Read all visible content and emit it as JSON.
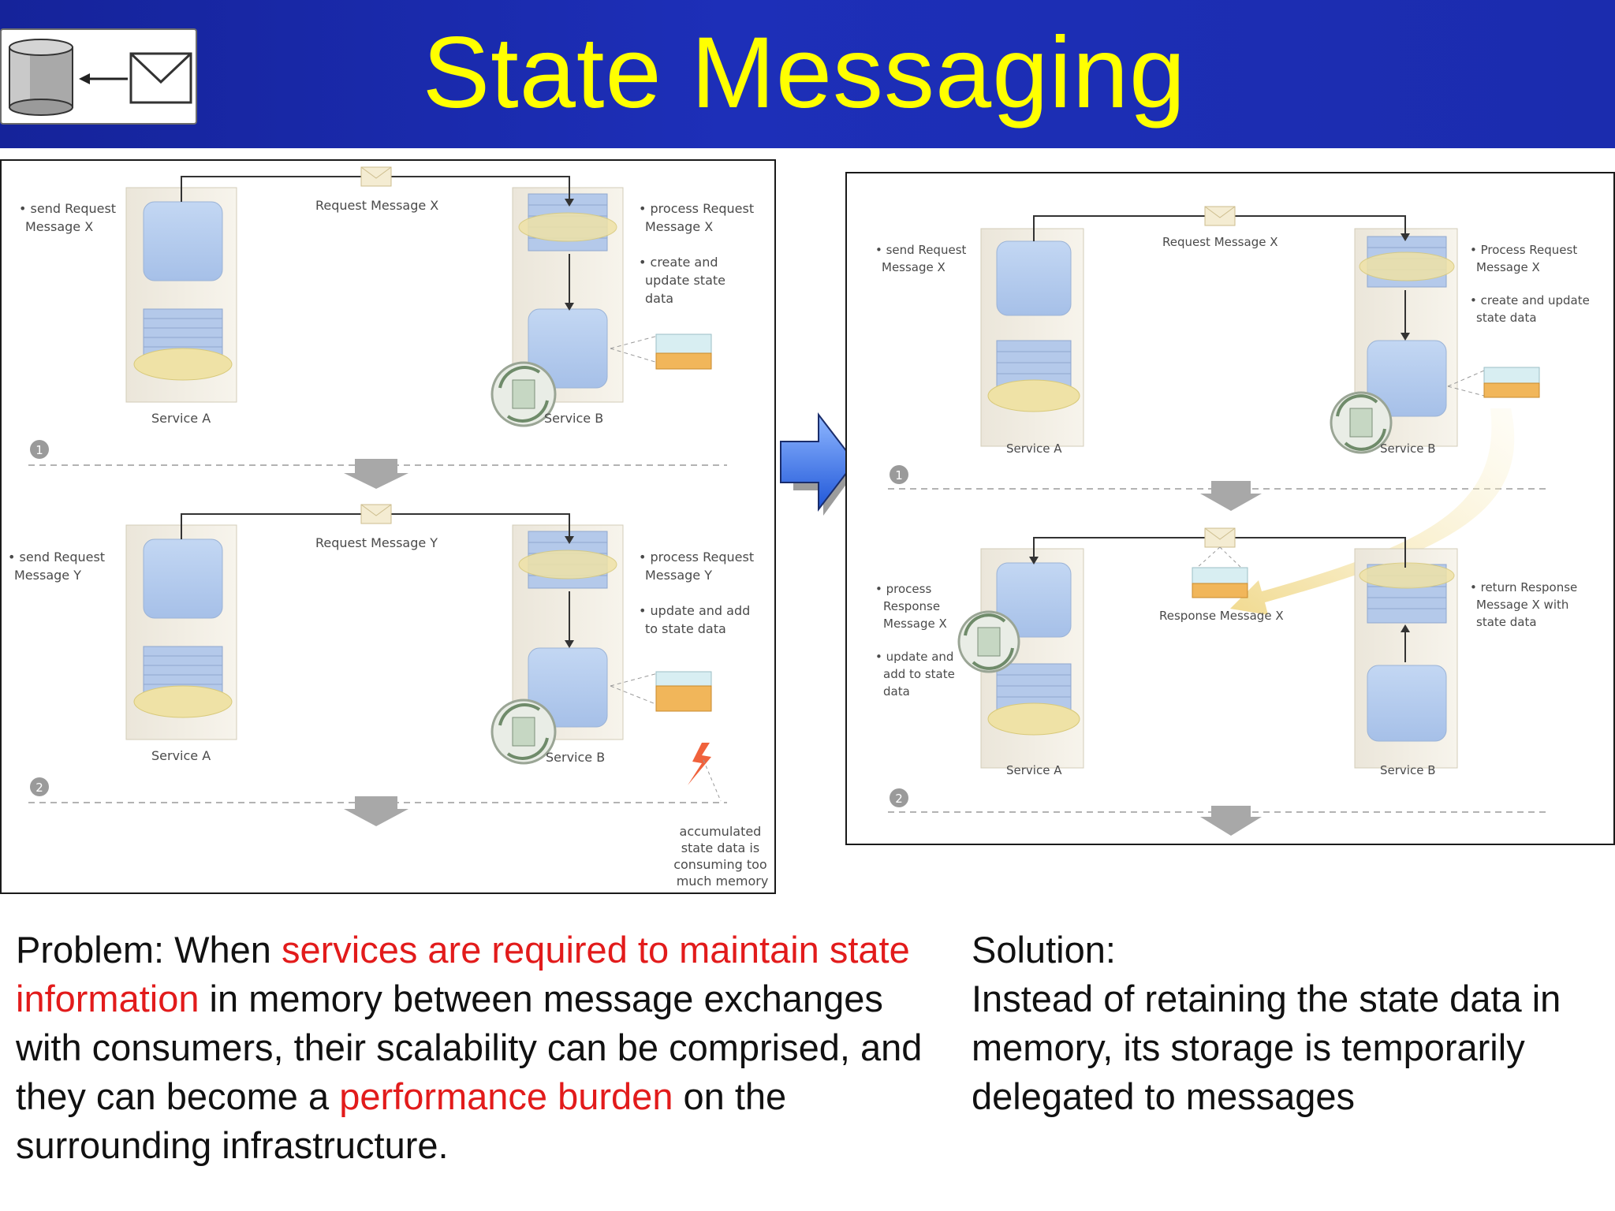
{
  "title": "State Messaging",
  "colors": {
    "header_bg": "#1b2cae",
    "title": "#ffff00",
    "highlight": "#e21b1b"
  },
  "icons": {
    "header": [
      "database-icon",
      "arrow-left-icon",
      "envelope-icon"
    ]
  },
  "left_diagram": {
    "step1": {
      "number": "1",
      "left_note": [
        "• send Request",
        "Message X"
      ],
      "message": "Request Message X",
      "right_note_1": [
        "• process Request",
        "Message X"
      ],
      "right_note_2": [
        "• create and",
        "update state",
        "data"
      ],
      "service_a": "Service A",
      "service_b": "Service B"
    },
    "step2": {
      "number": "2",
      "left_note": [
        "• send Request",
        "Message Y"
      ],
      "message": "Request Message Y",
      "right_note_1": [
        "• process Request",
        "Message Y"
      ],
      "right_note_2": [
        "• update and add",
        "to state data"
      ],
      "service_a": "Service A",
      "service_b": "Service B",
      "warning": [
        "accumulated",
        "state data is",
        "consuming too",
        "much memory"
      ]
    }
  },
  "right_diagram": {
    "step1": {
      "number": "1",
      "left_note": [
        "• send Request",
        "Message X"
      ],
      "message": "Request Message X",
      "right_note_1": [
        "• Process Request",
        "Message X"
      ],
      "right_note_2": [
        "• create and update",
        "state data"
      ],
      "service_a": "Service A",
      "service_b": "Service B"
    },
    "step2": {
      "number": "2",
      "left_note_1": [
        "• process",
        "Response",
        "Message X"
      ],
      "left_note_2": [
        "• update and",
        "add to state",
        "data"
      ],
      "message": "Response Message X",
      "right_note": [
        "• return Response",
        "Message X with",
        "state data"
      ],
      "service_a": "Service A",
      "service_b": "Service B"
    }
  },
  "problem": {
    "p1": "Problem: When ",
    "p2": "services are required to maintain state information",
    "p3": " in memory between message exchanges with consumers, their scalability can be comprised, and they can become a ",
    "p4": "performance burden",
    "p5": " on the surrounding infrastructure."
  },
  "solution": {
    "line1": "Solution:",
    "line2": "Instead of retaining the state data in memory, its storage is temporarily delegated to messages"
  }
}
